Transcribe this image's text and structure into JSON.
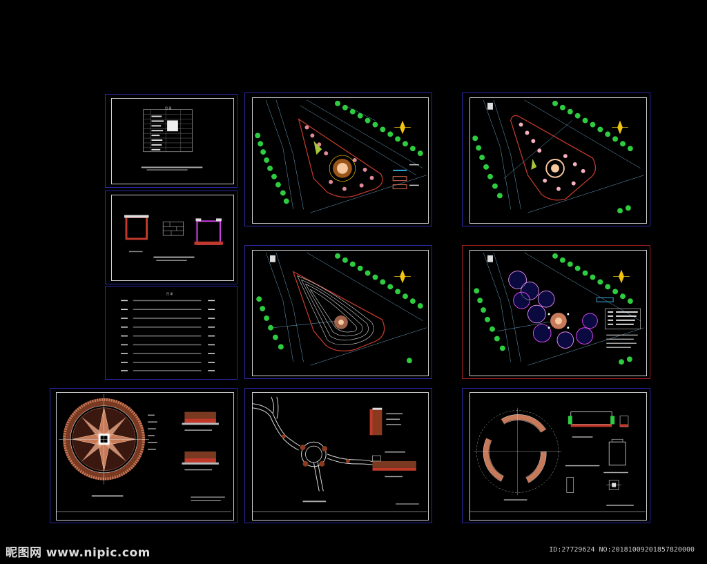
{
  "watermark": {
    "site": "昵图网 www.nipic.com",
    "id_line": "ID:27729624 NO:20181009201857820000"
  },
  "sheets": {
    "contents_heading": "目 录",
    "index_heading": "目 录"
  },
  "colors": {
    "background": "#000000",
    "sheet_frame": "#2a2aa8",
    "highlight_frame": "#a02020",
    "tree": "#2ecc40",
    "boundary": "#c0392b",
    "paving": "#c77a5a",
    "north": "#f1c40f"
  }
}
